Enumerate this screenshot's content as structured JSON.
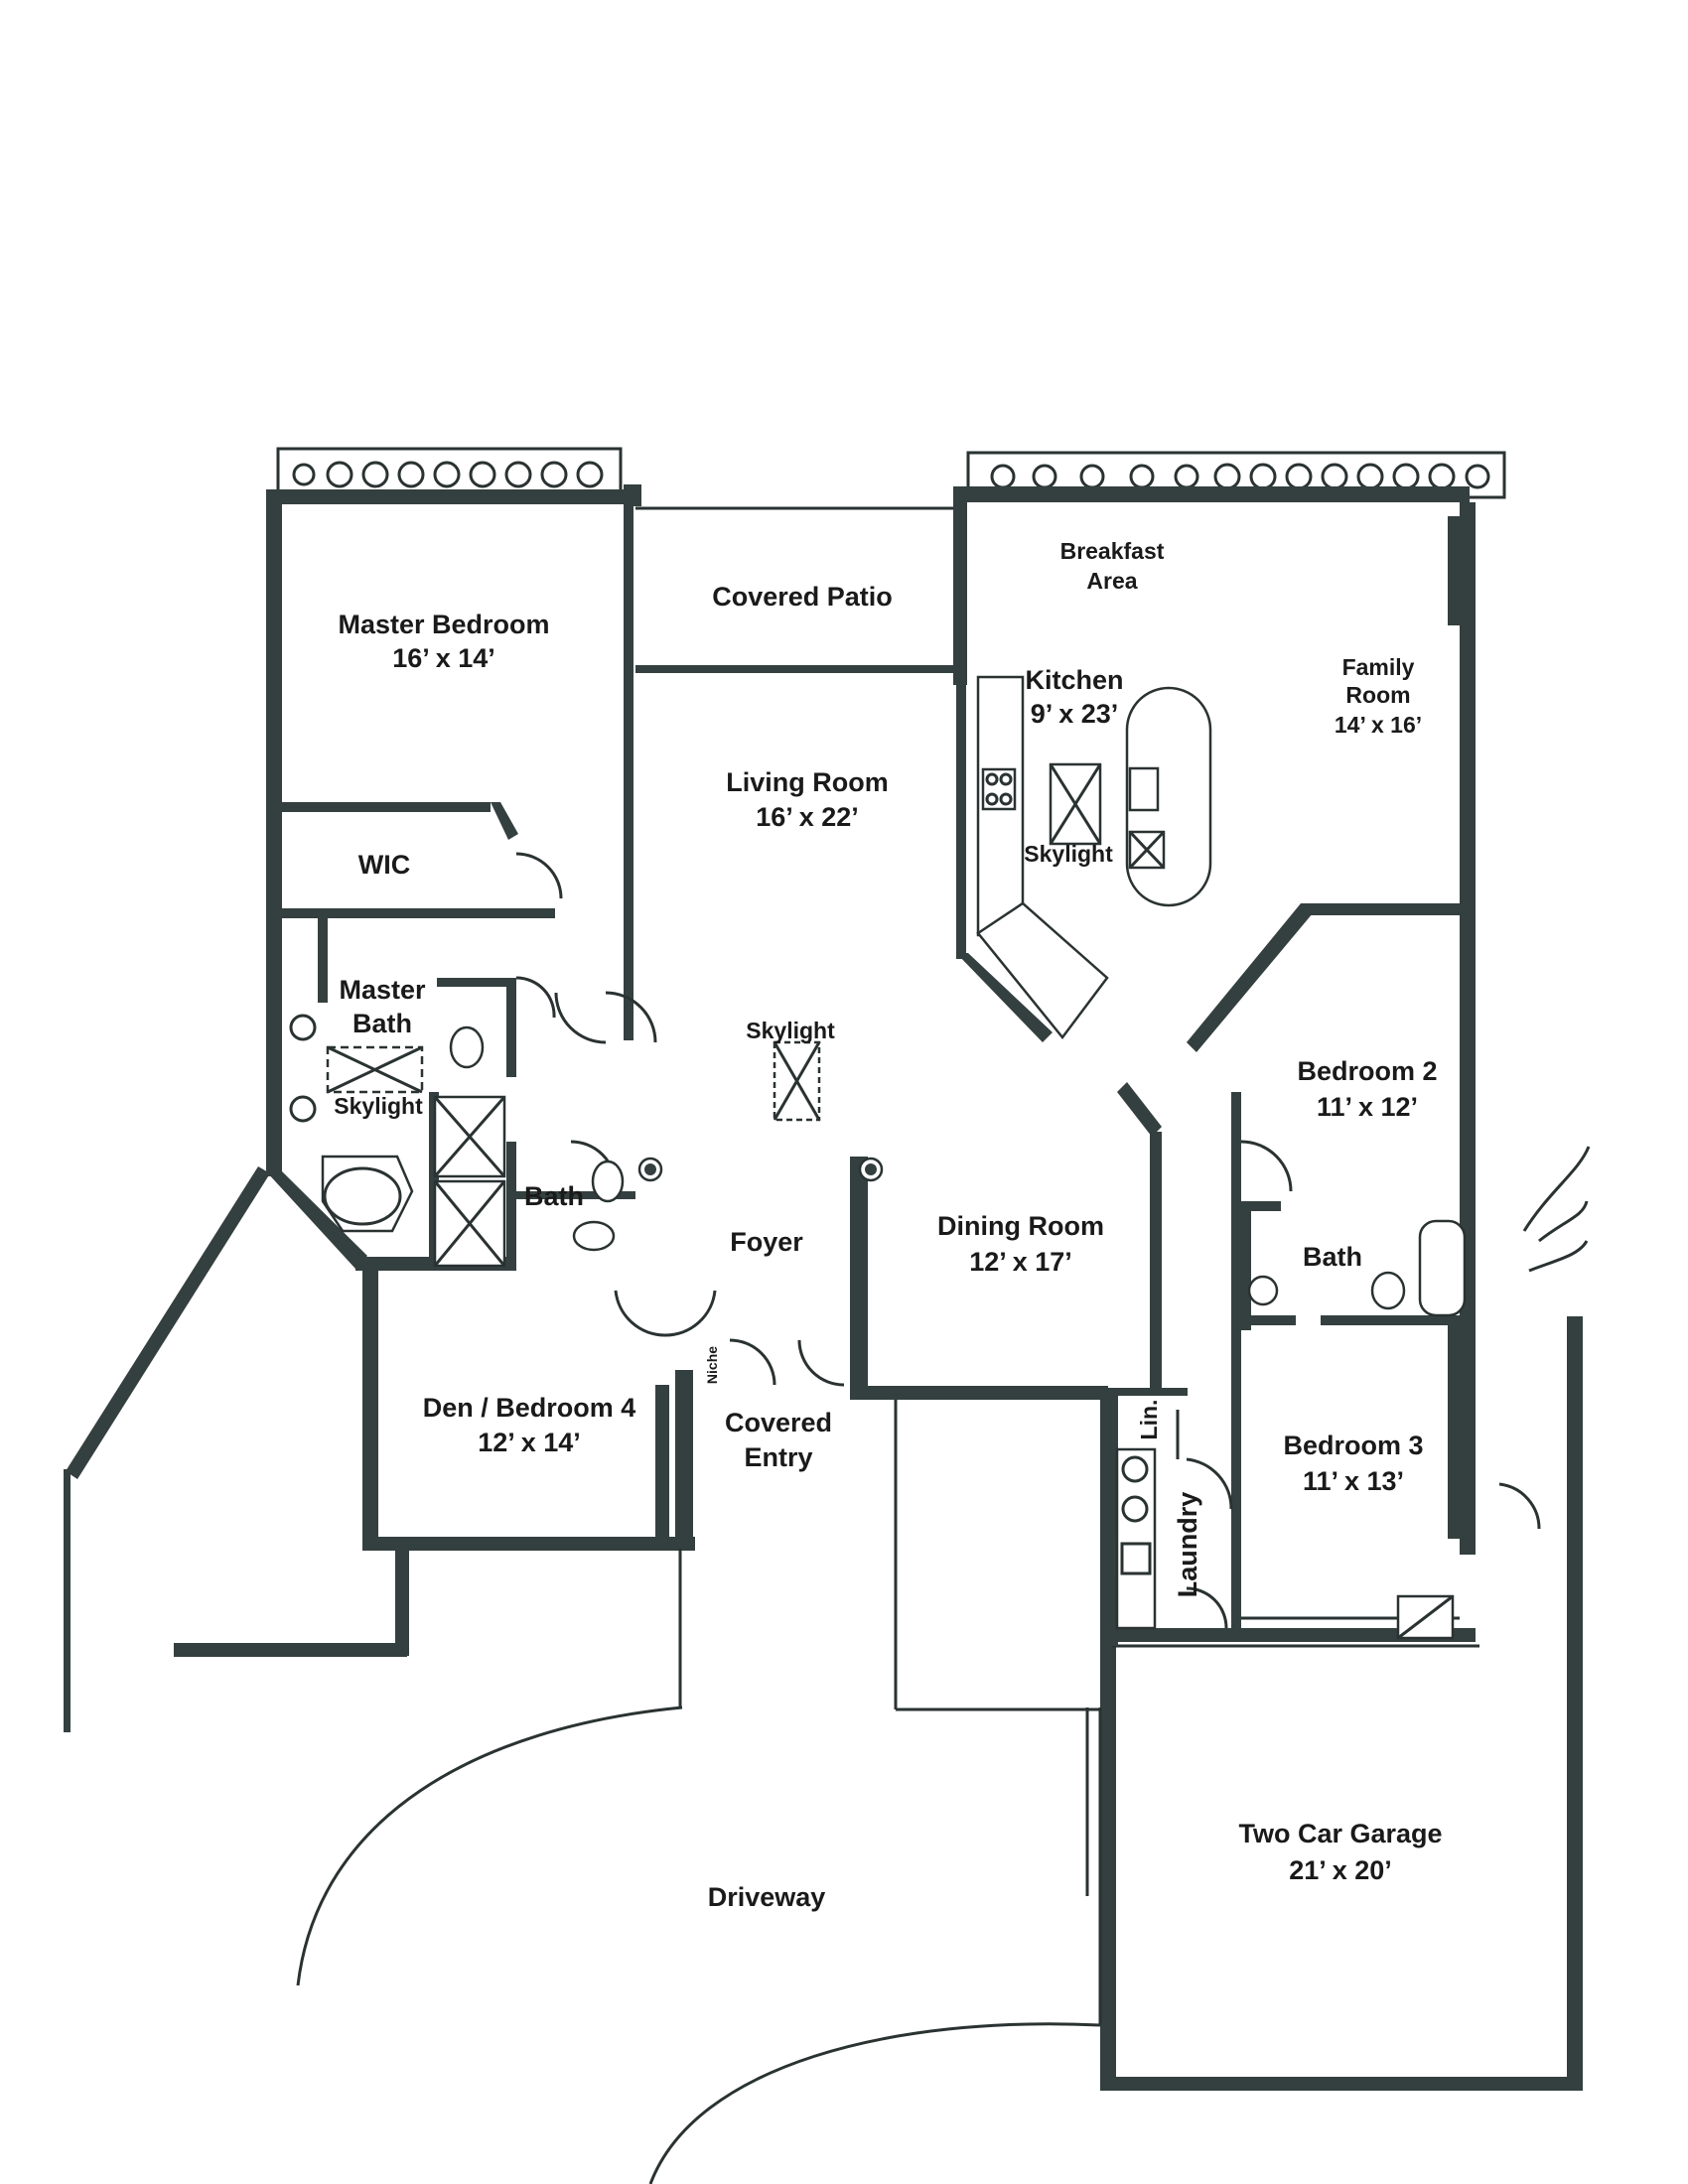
{
  "rooms": {
    "master_bedroom": {
      "name": "Master Bedroom",
      "size": "16’ x 14’"
    },
    "covered_patio": {
      "name": "Covered Patio"
    },
    "breakfast_area": {
      "line1": "Breakfast",
      "line2": "Area"
    },
    "kitchen": {
      "name": "Kitchen",
      "size": "9’ x 23’"
    },
    "family_room": {
      "line1": "Family",
      "line2": "Room",
      "size": "14’ x 16’"
    },
    "living_room": {
      "name": "Living Room",
      "size": "16’ x 22’"
    },
    "wic": {
      "name": "WIC"
    },
    "master_bath": {
      "line1": "Master",
      "line2": "Bath"
    },
    "bath_hall": {
      "name": "Bath"
    },
    "foyer": {
      "name": "Foyer"
    },
    "dining_room": {
      "name": "Dining Room",
      "size": "12’ x 17’"
    },
    "bedroom2": {
      "name": "Bedroom 2",
      "size": "11’ x 12’"
    },
    "bath2": {
      "name": "Bath"
    },
    "den": {
      "name": "Den / Bedroom 4",
      "size": "12’ x 14’"
    },
    "covered_entry": {
      "line1": "Covered",
      "line2": "Entry"
    },
    "bedroom3": {
      "name": "Bedroom 3",
      "size": "11’ x 13’"
    },
    "laundry": {
      "name": "Laundry"
    },
    "linen": {
      "name": "Lin."
    },
    "niche": {
      "name": "Niche"
    },
    "garage": {
      "name": "Two Car Garage",
      "size": "21’ x 20’"
    },
    "driveway": {
      "name": "Driveway"
    }
  },
  "skylights": {
    "kitchen": "Skylight",
    "living": "Skylight",
    "master_bath": "Skylight"
  },
  "colors": {
    "wall": "#34403f",
    "line": "#2a3232"
  }
}
